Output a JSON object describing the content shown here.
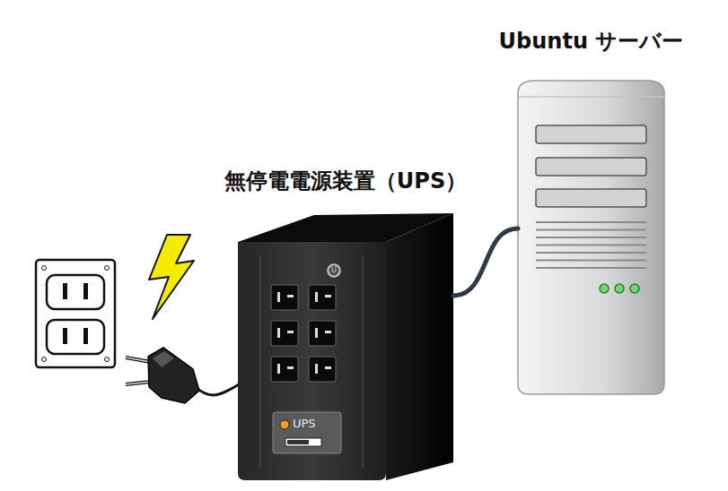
{
  "diagram": {
    "nodes": [
      {
        "text": [
          "Ubuntu サーバー"
        ]
      },
      {
        "text": [
          "無停電電源装置（UPS）"
        ]
      }
    ],
    "edges": [
      {
        "from": 1,
        "to": 0,
        "arrow": "none"
      }
    ],
    "labels": [
      "UPS"
    ]
  }
}
